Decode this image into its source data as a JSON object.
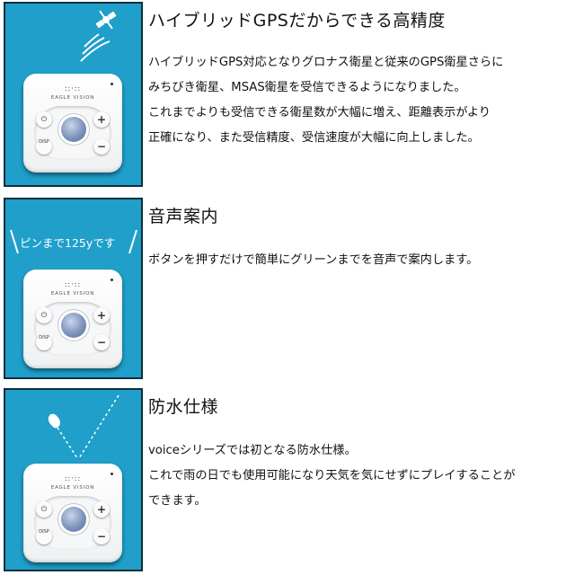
{
  "sections": [
    {
      "title": "ハイブリッドGPSだからできる高精度",
      "lines": [
        "ハイブリッドGPS対応となりグロナス衛星と従来のGPS衛星さらに",
        "みちびき衛星、MSAS衛星を受信できるようになりました。",
        "これまでよりも受信できる衛星数が大幅に増え、距離表示がより",
        "正確になり、また受信精度、受信速度が大幅に向上しました。"
      ],
      "icon": "satellite-icon"
    },
    {
      "title": "音声案内",
      "lines": [
        "ボタンを押すだけで簡単にグリーンまでを音声で案内します。"
      ],
      "speech": "ピンまで125yです",
      "icon": "speech-icon"
    },
    {
      "title": "防水仕様",
      "lines": [
        "voiceシリーズでは初となる防水仕様。",
        "これで雨の日でも使用可能になり天気を気にせずにプレイすることが",
        "できます。"
      ],
      "icon": "water-drop-icon"
    }
  ],
  "device": {
    "brand": "EAGLE VISION",
    "dots": "::·::",
    "buttons": {
      "power": "⏻",
      "plus": "+",
      "minus": "−",
      "display": "DISP"
    }
  },
  "colors": {
    "panel": "#1f9fc9",
    "panel_border": "#0d2f3c",
    "text": "#111111"
  }
}
